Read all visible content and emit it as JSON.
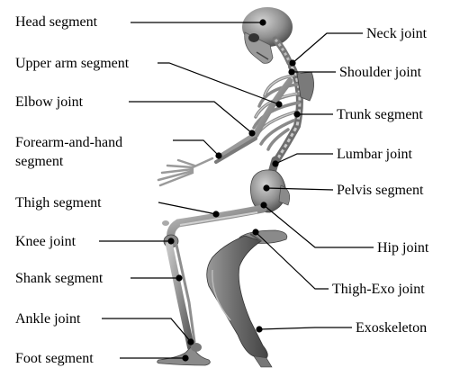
{
  "labels": {
    "head_segment": "Head segment",
    "upper_arm_segment": "Upper arm segment",
    "elbow_joint": "Elbow joint",
    "forearm_hand_line1": "Forearm-and-hand",
    "forearm_hand_line2": "segment",
    "thigh_segment": "Thigh segment",
    "knee_joint": "Knee joint",
    "shank_segment": "Shank segment",
    "ankle_joint": "Ankle joint",
    "foot_segment": "Foot segment",
    "neck_joint": "Neck joint",
    "shoulder_joint": "Shoulder joint",
    "trunk_segment": "Trunk segment",
    "lumbar_joint": "Lumbar joint",
    "pelvis_segment": "Pelvis segment",
    "hip_joint": "Hip joint",
    "thigh_exo_joint": "Thigh-Exo joint",
    "exoskeleton": "Exoskeleton"
  },
  "colors": {
    "bone": "#8a8a8a",
    "bone_light": "#b5b5b5",
    "bone_dark": "#555555",
    "exo": "#6e6e6e",
    "line": "#000000"
  }
}
